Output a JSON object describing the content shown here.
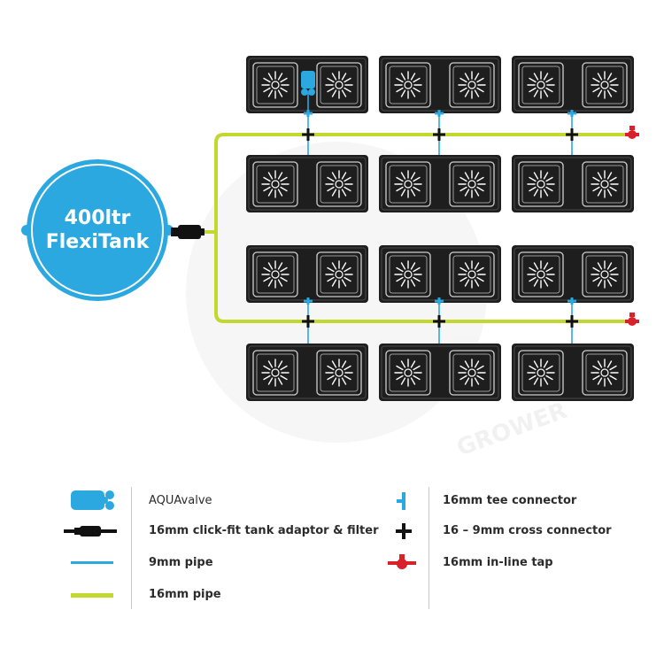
{
  "tank": {
    "line1": "400ltr",
    "line2": "FlexiTank",
    "color": "#2ba8e0"
  },
  "colors": {
    "pipe16": "#c3d82f",
    "pipe9": "#2ba8e0",
    "tray": "#1e1e1e",
    "connector": "#111111",
    "tap": "#d9212b"
  },
  "legend": {
    "left": [
      {
        "icon": "aquavalve-icon",
        "label": "AQUAvalve"
      },
      {
        "icon": "tank-adaptor-filter-icon",
        "label": "16mm click-fit tank adaptor & filter"
      },
      {
        "icon": "pipe-9mm-icon",
        "label": "9mm pipe"
      },
      {
        "icon": "pipe-16mm-icon",
        "label": "16mm pipe"
      }
    ],
    "right": [
      {
        "icon": "tee-connector-icon",
        "label": "16mm tee connector"
      },
      {
        "icon": "cross-connector-icon",
        "label": "16 – 9mm cross connector"
      },
      {
        "icon": "inline-tap-icon",
        "label": "16mm in-line tap"
      }
    ]
  },
  "watermark": "GROWER"
}
